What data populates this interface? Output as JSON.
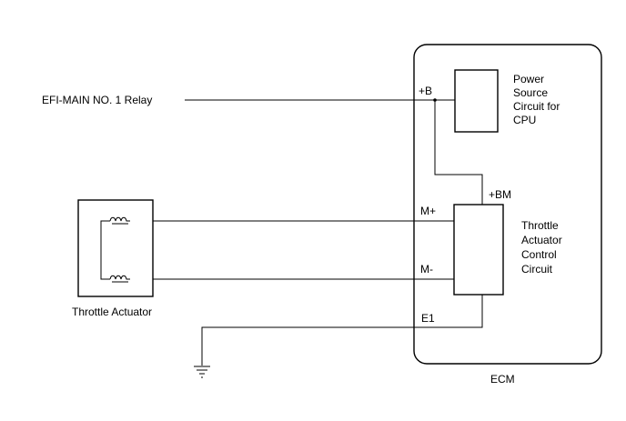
{
  "labels": {
    "relay": "EFI-MAIN NO. 1 Relay",
    "ecm": "ECM",
    "throttle_actuator": "Throttle Actuator",
    "power_circuit": [
      "Power",
      "Source",
      "Circuit for",
      "CPU"
    ],
    "control_circuit": [
      "Throttle",
      "Actuator",
      "Control",
      "Circuit"
    ]
  },
  "terminals": {
    "b_plus": "+B",
    "bm_plus": "+BM",
    "m_plus": "M+",
    "m_minus": "M-",
    "e1": "E1"
  }
}
